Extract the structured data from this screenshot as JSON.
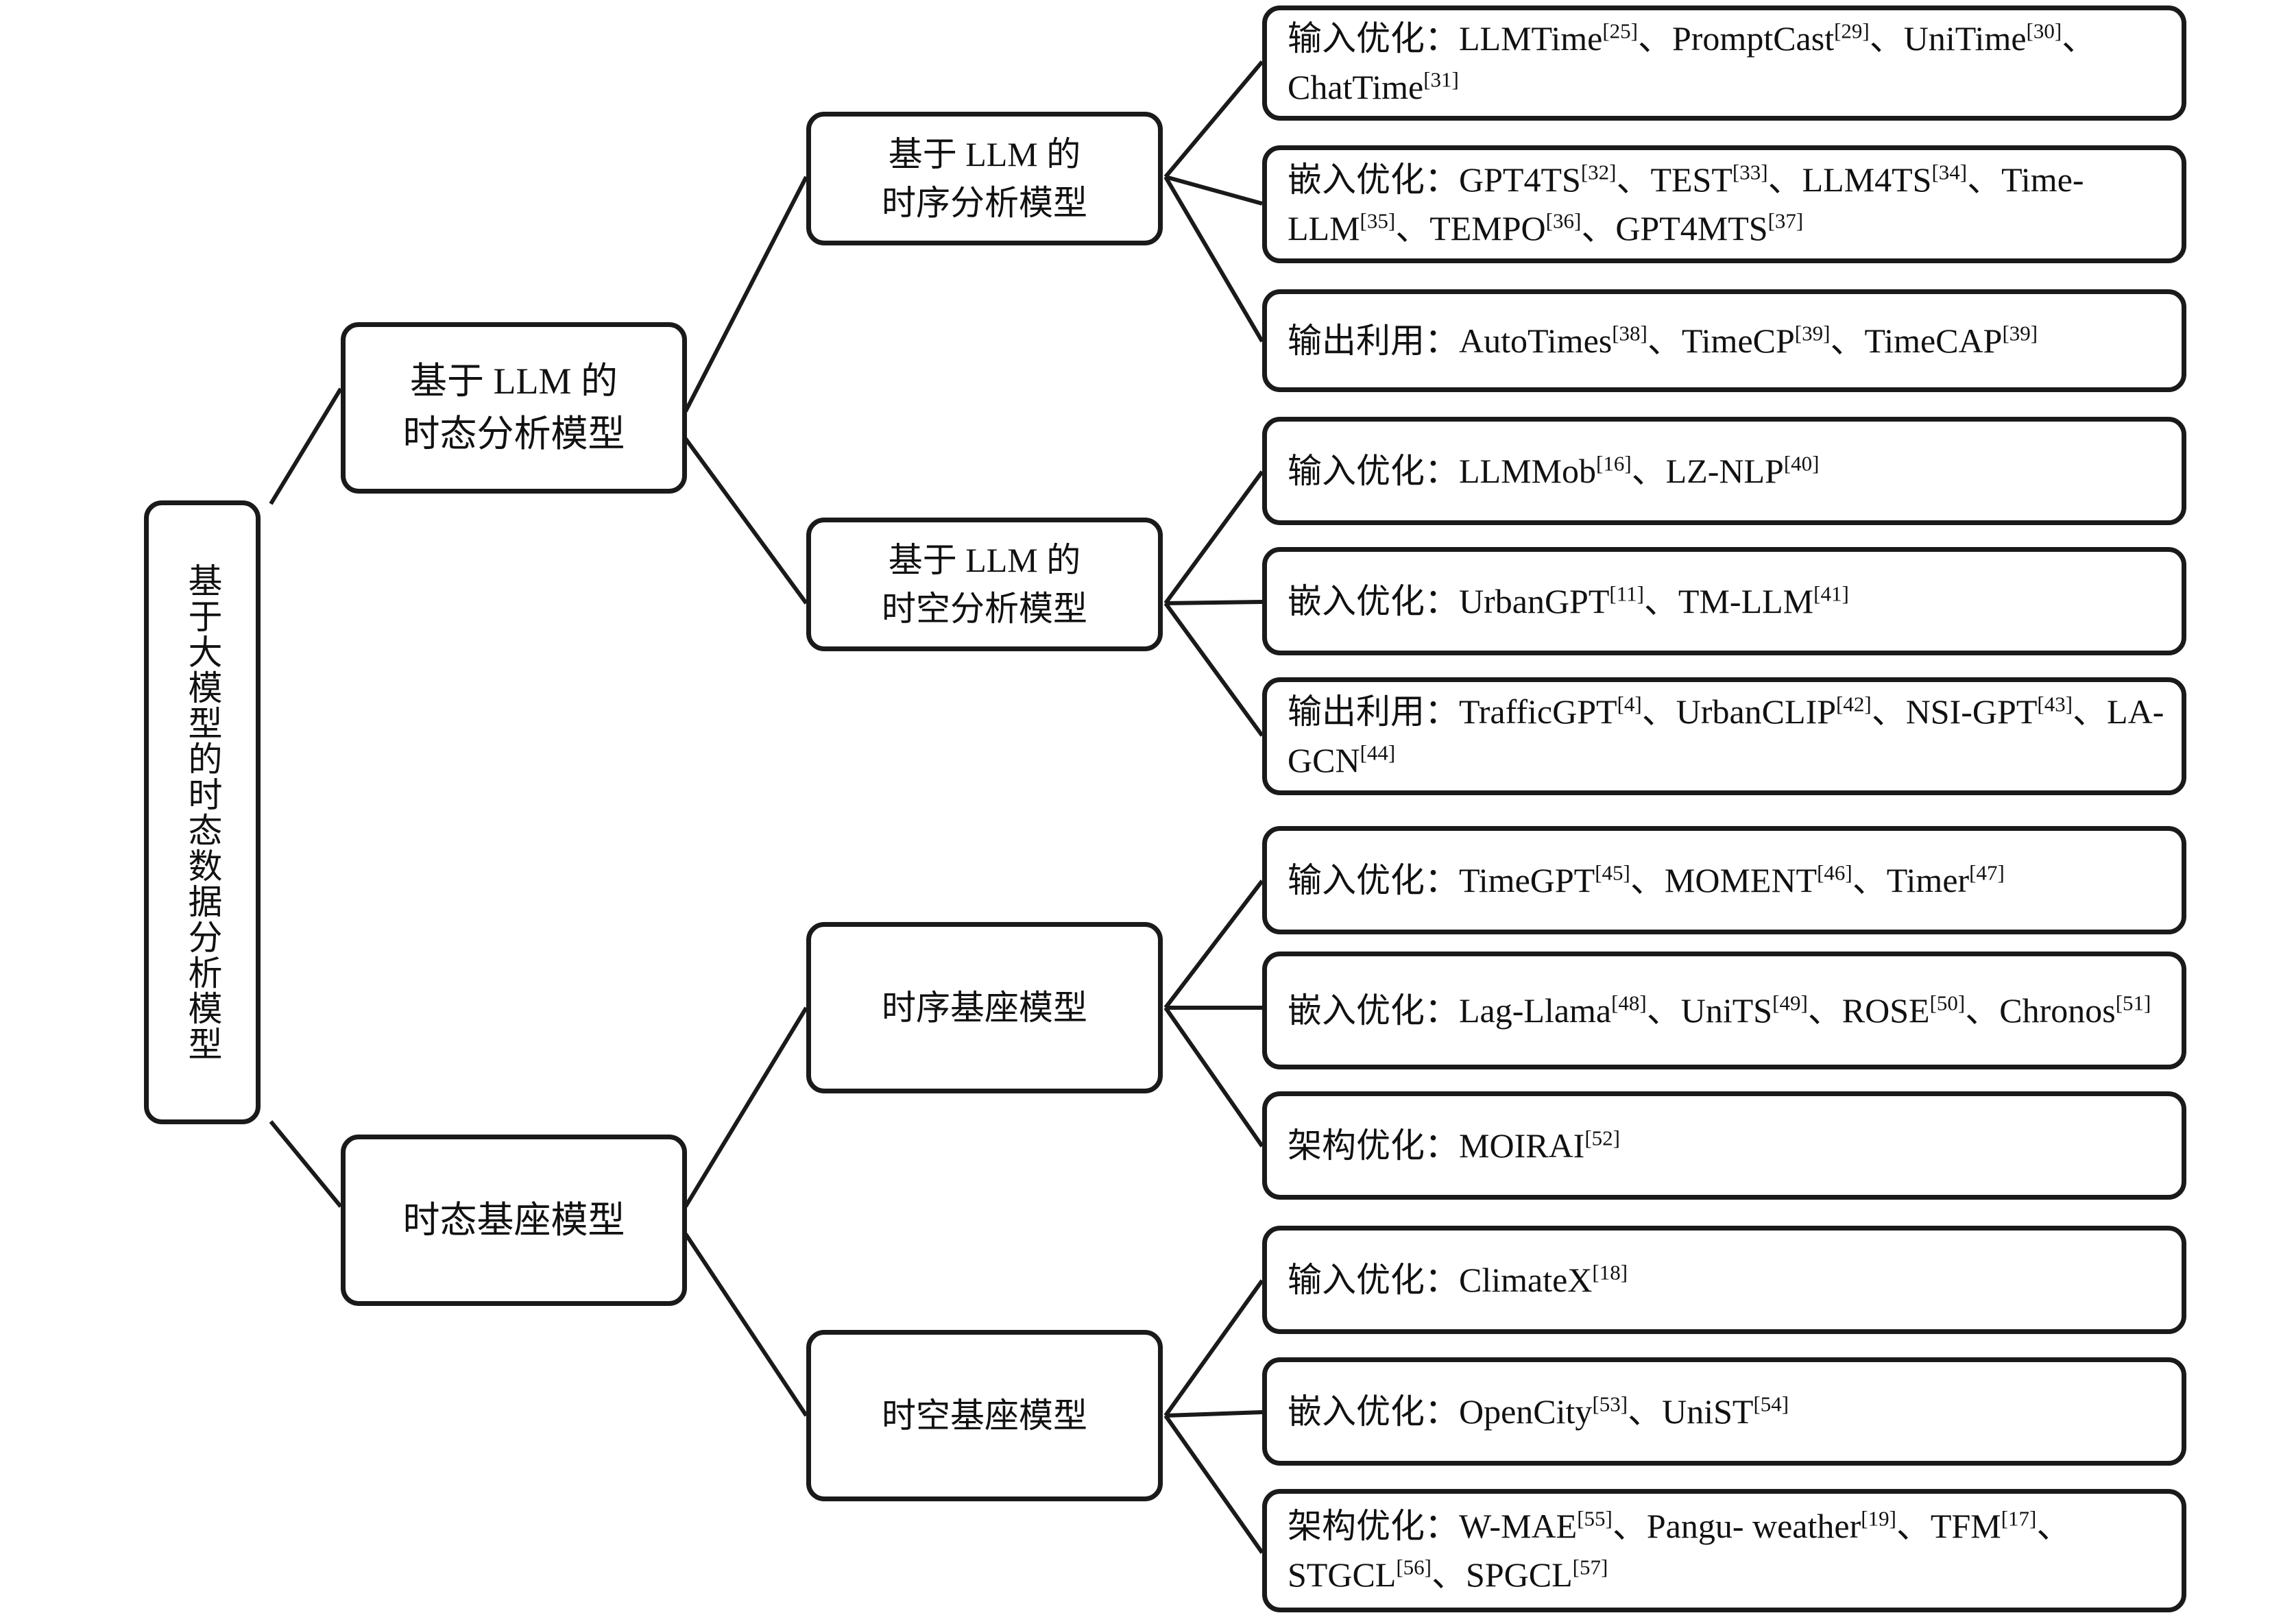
{
  "diagram": {
    "title_root": "基于大模型的时态数据分析模型",
    "level2": [
      {
        "id": "llm-temporal",
        "label": "基于 LLM 的\n时态分析模型"
      },
      {
        "id": "foundation",
        "label": "时态基座模型"
      }
    ],
    "level3": [
      {
        "id": "llm-ts",
        "label": "基于 LLM 的\n时序分析模型"
      },
      {
        "id": "llm-st",
        "label": "基于 LLM 的\n时空分析模型"
      },
      {
        "id": "ts-foundation",
        "label": "时序基座模型"
      },
      {
        "id": "st-foundation",
        "label": "时空基座模型"
      }
    ],
    "leaves": [
      {
        "id": "llm-ts-input",
        "category": "输入优化：",
        "items": [
          {
            "name": "LLMTime",
            "ref": "[25]"
          },
          {
            "name": "PromptCast",
            "ref": "[29]"
          },
          {
            "name": "UniTime",
            "ref": "[30]"
          },
          {
            "name": "ChatTime",
            "ref": "[31]"
          }
        ]
      },
      {
        "id": "llm-ts-embed",
        "category": "嵌入优化：",
        "items": [
          {
            "name": "GPT4TS",
            "ref": "[32]"
          },
          {
            "name": "TEST",
            "ref": "[33]"
          },
          {
            "name": "LLM4TS",
            "ref": "[34]"
          },
          {
            "name": "Time-LLM",
            "ref": "[35]"
          },
          {
            "name": "TEMPO",
            "ref": "[36]"
          },
          {
            "name": "GPT4MTS",
            "ref": "[37]"
          }
        ]
      },
      {
        "id": "llm-ts-output",
        "category": "输出利用：",
        "items": [
          {
            "name": "AutoTimes",
            "ref": "[38]"
          },
          {
            "name": "TimeCP",
            "ref": "[39]"
          },
          {
            "name": "TimeCAP",
            "ref": "[39]"
          }
        ]
      },
      {
        "id": "llm-st-input",
        "category": "输入优化：",
        "items": [
          {
            "name": "LLMMob",
            "ref": "[16]"
          },
          {
            "name": "LZ-NLP",
            "ref": "[40]"
          }
        ]
      },
      {
        "id": "llm-st-embed",
        "category": "嵌入优化：",
        "items": [
          {
            "name": "UrbanGPT",
            "ref": "[11]"
          },
          {
            "name": "TM-LLM",
            "ref": "[41]"
          }
        ]
      },
      {
        "id": "llm-st-output",
        "category": "输出利用：",
        "items": [
          {
            "name": "TrafficGPT",
            "ref": "[4]"
          },
          {
            "name": "UrbanCLIP",
            "ref": "[42]"
          },
          {
            "name": "NSI-GPT",
            "ref": "[43]"
          },
          {
            "name": "LA-GCN",
            "ref": "[44]"
          }
        ]
      },
      {
        "id": "tsf-input",
        "category": "输入优化：",
        "items": [
          {
            "name": "TimeGPT",
            "ref": "[45]"
          },
          {
            "name": "MOMENT",
            "ref": "[46]"
          },
          {
            "name": "Timer",
            "ref": "[47]"
          }
        ]
      },
      {
        "id": "tsf-embed",
        "category": "嵌入优化：",
        "items": [
          {
            "name": "Lag-Llama",
            "ref": "[48]"
          },
          {
            "name": "UniTS",
            "ref": "[49]"
          },
          {
            "name": "ROSE",
            "ref": "[50]"
          },
          {
            "name": "Chronos",
            "ref": "[51]"
          }
        ]
      },
      {
        "id": "tsf-arch",
        "category": "架构优化：",
        "items": [
          {
            "name": "MOIRAI",
            "ref": "[52]"
          }
        ]
      },
      {
        "id": "stf-input",
        "category": "输入优化：",
        "items": [
          {
            "name": "ClimateX",
            "ref": "[18]"
          }
        ]
      },
      {
        "id": "stf-embed",
        "category": "嵌入优化：",
        "items": [
          {
            "name": "OpenCity",
            "ref": "[53]"
          },
          {
            "name": "UniST",
            "ref": "[54]"
          }
        ]
      },
      {
        "id": "stf-arch",
        "category": "架构优化：",
        "items": [
          {
            "name": "W-MAE",
            "ref": "[55]"
          },
          {
            "name": "Pangu- weather",
            "ref": "[19]"
          },
          {
            "name": "TFM",
            "ref": "[17]"
          },
          {
            "name": "STGCL",
            "ref": "[56]"
          },
          {
            "name": "SPGCL",
            "ref": "[57]"
          }
        ]
      }
    ],
    "separator": "、",
    "colors": {
      "stroke": "#1a1a1a",
      "text": "#111111",
      "background": "#ffffff"
    }
  }
}
